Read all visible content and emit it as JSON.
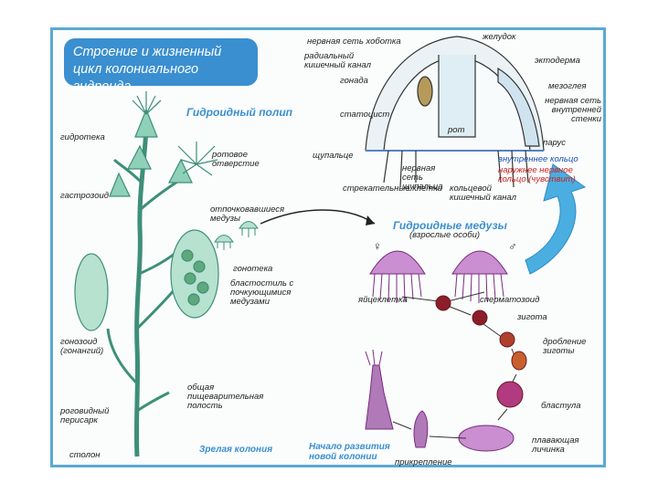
{
  "title": "Строение и жизненный цикл колониального гидроида",
  "headings": {
    "polyp": "Гидроидный полип",
    "medusae": "Гидроидные медузы",
    "medusae_sub": "(взрослые особи)",
    "mature_colony": "Зрелая колония",
    "new_colony": "Начало развития новой колонии"
  },
  "colony_labels": {
    "hydrotheca": "гидротека",
    "mouth_process": "ротовое отверстие",
    "gastrozoid": "гастрозоид",
    "budding_medusae": "отпочковавшиеся медузы",
    "gonotheca": "гонотека",
    "blastostyle": "бластостиль с почкующимися медузами",
    "gonozoid": "гонозоид (гонангий)",
    "gut_cavity": "общая пищеварительная полость",
    "perisarc": "роговидный перисарк",
    "stolon": "столон"
  },
  "medusa_labels": {
    "nerve_net_stalk": "нервная сеть хоботка",
    "stomach": "желудок",
    "radial_canal": "радиальный кишечный канал",
    "ectoderm": "эктодерма",
    "gonad": "гонада",
    "mesoglea": "мезоглея",
    "nerve_net_wall": "нервная сеть внутренней стенки",
    "mouth": "рот",
    "tentacle": "щупальце",
    "sail": "парус",
    "inner_ring": "внутреннее кольцо",
    "outer_ring": "наружнее нервное кольцо (чувствит)",
    "cnidocytes": "стрекательные клетки",
    "nerve_net_tentacle": "нервная сеть щупальца",
    "ring_canal": "кольцевой кишечный канал",
    "statocyst": "статоцист"
  },
  "cycle_labels": {
    "female": "♀",
    "male": "♂",
    "egg": "яйцеклетка",
    "sperm": "сперматозоид",
    "zygote": "зигота",
    "cleavage": "дробление зиготы",
    "blastula": "бластула",
    "planula": "плавающая личинка",
    "attachment": "прикрепление"
  },
  "colors": {
    "frame": "#5aa9d6",
    "title_bg": "#3a8fd0",
    "colony_green": "#5fb39a",
    "medusa_purple": "#9a3fa0",
    "cycle_arrow": "#4aaee0",
    "egg_red": "#8b1e2a"
  }
}
